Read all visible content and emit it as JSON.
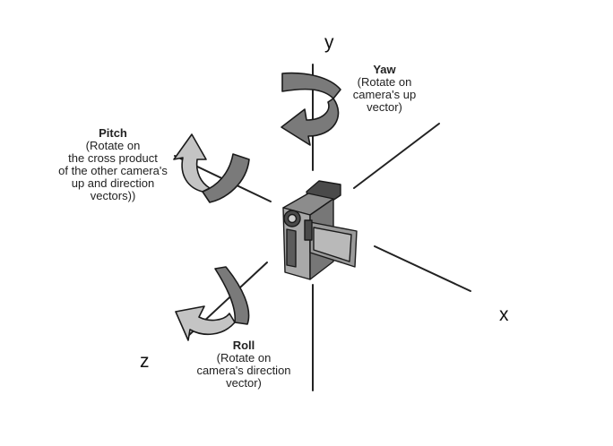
{
  "axes": {
    "y": "y",
    "x": "x",
    "z": "z"
  },
  "yaw": {
    "title": "Yaw",
    "lines": [
      "(Rotate on",
      "camera's up",
      "vector)"
    ]
  },
  "pitch": {
    "title": "Pitch",
    "lines": [
      "(Rotate on",
      "the cross product",
      "of the other camera's",
      "up and direction",
      "vectors))"
    ]
  },
  "roll": {
    "title": "Roll",
    "lines": [
      "(Rotate on",
      "camera's direction",
      "vector)"
    ]
  },
  "colors": {
    "axis": "#222222",
    "arrow_dark": "#7a7a7a",
    "arrow_light": "#c4c4c4",
    "arrow_outline": "#1a1a1a",
    "camera_body": "#a9a9a9",
    "camera_dark": "#4a4a4a"
  }
}
